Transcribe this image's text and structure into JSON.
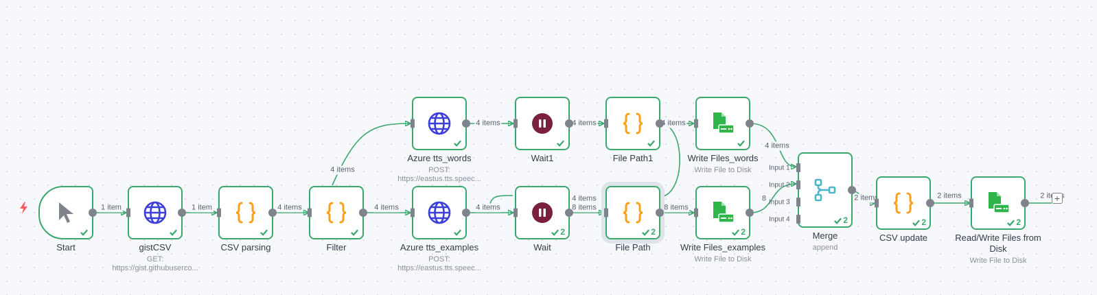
{
  "nodes": {
    "start": {
      "title": "Start"
    },
    "gistcsv": {
      "title": "gistCSV",
      "sub": "GET: https://gist.githubuserco..."
    },
    "csvparsing": {
      "title": "CSV parsing"
    },
    "filter": {
      "title": "Filter"
    },
    "azure_words": {
      "title": "Azure tts_words",
      "sub": "POST: https://eastus.tts.speec..."
    },
    "azure_ex": {
      "title": "Azure tts_examples",
      "sub": "POST: https://eastus.tts.speec..."
    },
    "wait1": {
      "title": "Wait1"
    },
    "wait": {
      "title": "Wait",
      "badge": "2"
    },
    "filepath1": {
      "title": "File Path1"
    },
    "filepath": {
      "title": "File Path",
      "badge": "2"
    },
    "wf_words": {
      "title": "Write Files_words",
      "sub": "Write File to Disk"
    },
    "wf_examples": {
      "title": "Write Files_examples",
      "sub": "Write File to Disk",
      "badge": "2"
    },
    "merge": {
      "title": "Merge",
      "sub": "append",
      "badge": "2",
      "inputs": [
        "Input 1",
        "Input 2",
        "Input 3",
        "Input 4"
      ]
    },
    "csvupdate": {
      "title": "CSV update",
      "badge": "2"
    },
    "rwfiles": {
      "title": "Read/Write Files from Disk",
      "sub": "Write File to Disk",
      "badge": "2"
    }
  },
  "connections": [
    {
      "label": "1 item"
    },
    {
      "label": "1 item"
    },
    {
      "label": "4 items"
    },
    {
      "label": "4 items"
    },
    {
      "label": "4 items"
    },
    {
      "label": "4 items"
    },
    {
      "label": "4 items"
    },
    {
      "label": "4 items"
    },
    {
      "label": "4 items"
    },
    {
      "label": "4 items"
    },
    {
      "label": "8 items"
    },
    {
      "label": "8 items"
    },
    {
      "label": "4 items"
    },
    {
      "label": "8"
    },
    {
      "label": "2 items"
    },
    {
      "label": "2 items"
    },
    {
      "label": "2 items"
    }
  ],
  "icons": {
    "trigger": "lightning-icon",
    "start": "cursor-icon",
    "http": "globe-icon",
    "code": "braces-icon",
    "wait": "pause-icon",
    "file": "file-server-icon",
    "merge": "merge-icon",
    "add": "plus-icon"
  },
  "colors": {
    "success": "#3aa76d",
    "http": "#3b3fd8",
    "code": "#ff9f1c",
    "wait": "#7a1f3d",
    "file": "#2fb54a",
    "merge": "#4bb6c8",
    "trigger": "#ff5a5f"
  },
  "add_button": {
    "label": "+"
  }
}
